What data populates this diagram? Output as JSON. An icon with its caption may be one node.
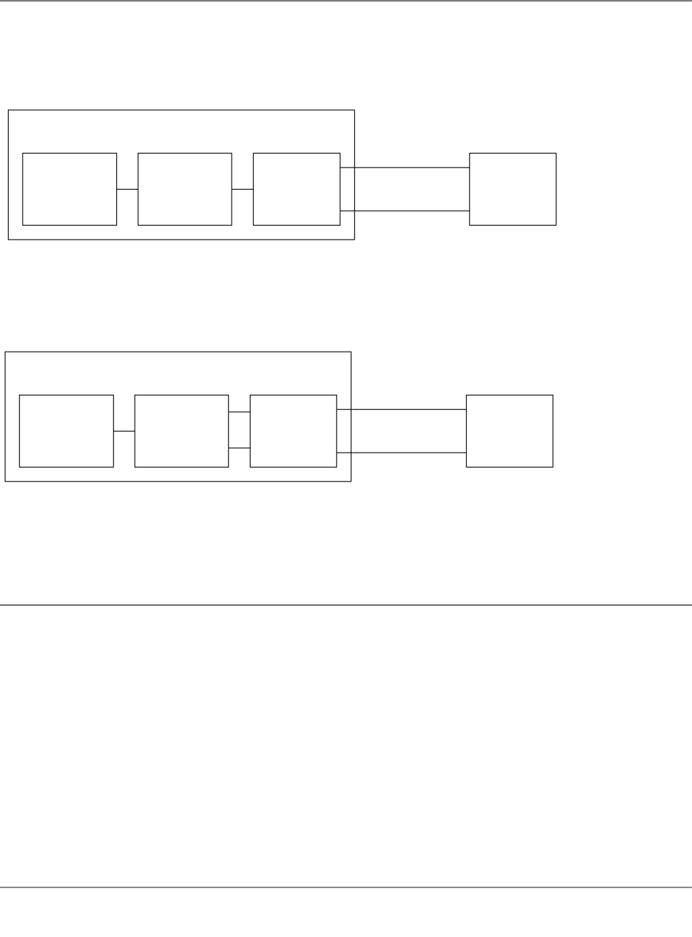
{
  "diagram": {
    "nodes": [
      {
        "text": [],
        "shape": "box"
      },
      {
        "text": [],
        "shape": "box",
        "in": 0
      },
      {
        "text": [],
        "shape": "box",
        "in": 0
      },
      {
        "text": [],
        "shape": "box",
        "in": 0
      },
      {
        "text": [],
        "shape": "box"
      },
      {
        "text": [],
        "shape": "box"
      },
      {
        "text": [],
        "shape": "box",
        "in": 5
      },
      {
        "text": [],
        "shape": "box",
        "in": 5
      },
      {
        "text": [],
        "shape": "box",
        "in": 5
      },
      {
        "text": [],
        "shape": "box"
      }
    ],
    "edges": [
      {
        "from": 1,
        "to": 2,
        "arrow": "none"
      },
      {
        "from": 2,
        "to": 3,
        "arrow": "none"
      },
      {
        "from": 3,
        "to": 4,
        "arrow": "none"
      },
      {
        "from": 3,
        "to": 4,
        "arrow": "none"
      },
      {
        "from": 6,
        "to": 7,
        "arrow": "none"
      },
      {
        "from": 7,
        "to": 8,
        "arrow": "none"
      },
      {
        "from": 7,
        "to": 8,
        "arrow": "none"
      },
      {
        "from": 8,
        "to": 9,
        "arrow": "none"
      },
      {
        "from": 8,
        "to": 9,
        "arrow": "none"
      }
    ]
  }
}
